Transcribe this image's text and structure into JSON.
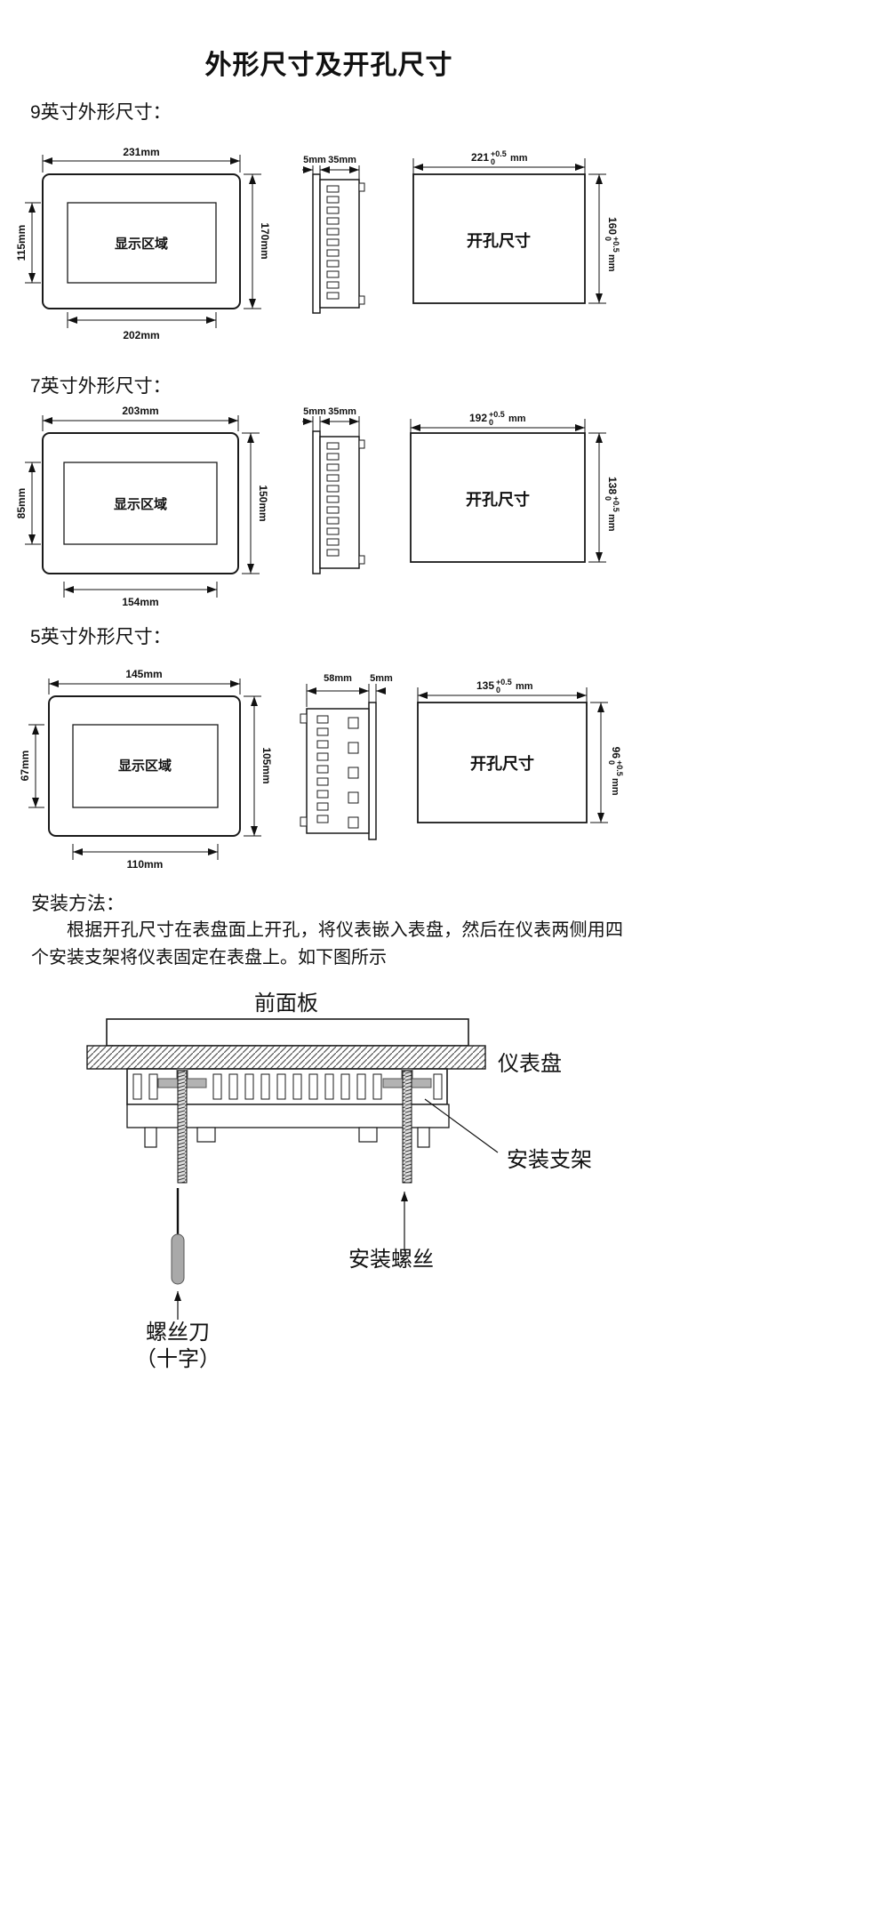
{
  "page": {
    "title": "外形尺寸及开孔尺寸"
  },
  "sections": [
    {
      "heading": "9英寸外形尺寸：",
      "front": {
        "top_width": "231mm",
        "display_height": "115mm",
        "display_label": "显示区域",
        "overall_height": "170mm",
        "display_width": "202mm"
      },
      "side": {
        "dim1": "5mm",
        "dim2": "35mm"
      },
      "cutout": {
        "label": "开孔尺寸",
        "width": "221",
        "width_tol_plus": "+0.5",
        "width_tol_minus": "0",
        "width_unit": "mm",
        "height": "160",
        "height_tol_plus": "+0.5",
        "height_tol_minus": "0",
        "height_unit": "mm"
      }
    },
    {
      "heading": "7英寸外形尺寸：",
      "front": {
        "top_width": "203mm",
        "display_height": "85mm",
        "display_label": "显示区域",
        "overall_height": "150mm",
        "display_width": "154mm"
      },
      "side": {
        "dim1": "5mm",
        "dim2": "35mm"
      },
      "cutout": {
        "label": "开孔尺寸",
        "width": "192",
        "width_tol_plus": "+0.5",
        "width_tol_minus": "0",
        "width_unit": "mm",
        "height": "138",
        "height_tol_plus": "+0.5",
        "height_tol_minus": "0",
        "height_unit": "mm"
      }
    },
    {
      "heading": "5英寸外形尺寸：",
      "front": {
        "top_width": "145mm",
        "display_height": "67mm",
        "display_label": "显示区域",
        "overall_height": "105mm",
        "display_width": "110mm"
      },
      "side": {
        "dim1": "58mm",
        "dim2": "5mm"
      },
      "cutout": {
        "label": "开孔尺寸",
        "width": "135",
        "width_tol_plus": "+0.5",
        "width_tol_minus": "0",
        "width_unit": "mm",
        "height": "96",
        "height_tol_plus": "+0.5",
        "height_tol_minus": "0",
        "height_unit": "mm"
      }
    }
  ],
  "install": {
    "heading": "安装方法：",
    "body": "根据开孔尺寸在表盘面上开孔，将仪表嵌入表盘，然后在仪表两侧用四个安装支架将仪表固定在表盘上。如下图所示",
    "labels": {
      "front_panel": "前面板",
      "instrument_panel": "仪表盘",
      "bracket": "安装支架",
      "screw": "安装螺丝",
      "screwdriver": "螺丝刀",
      "screwdriver_type": "（十字）"
    }
  }
}
